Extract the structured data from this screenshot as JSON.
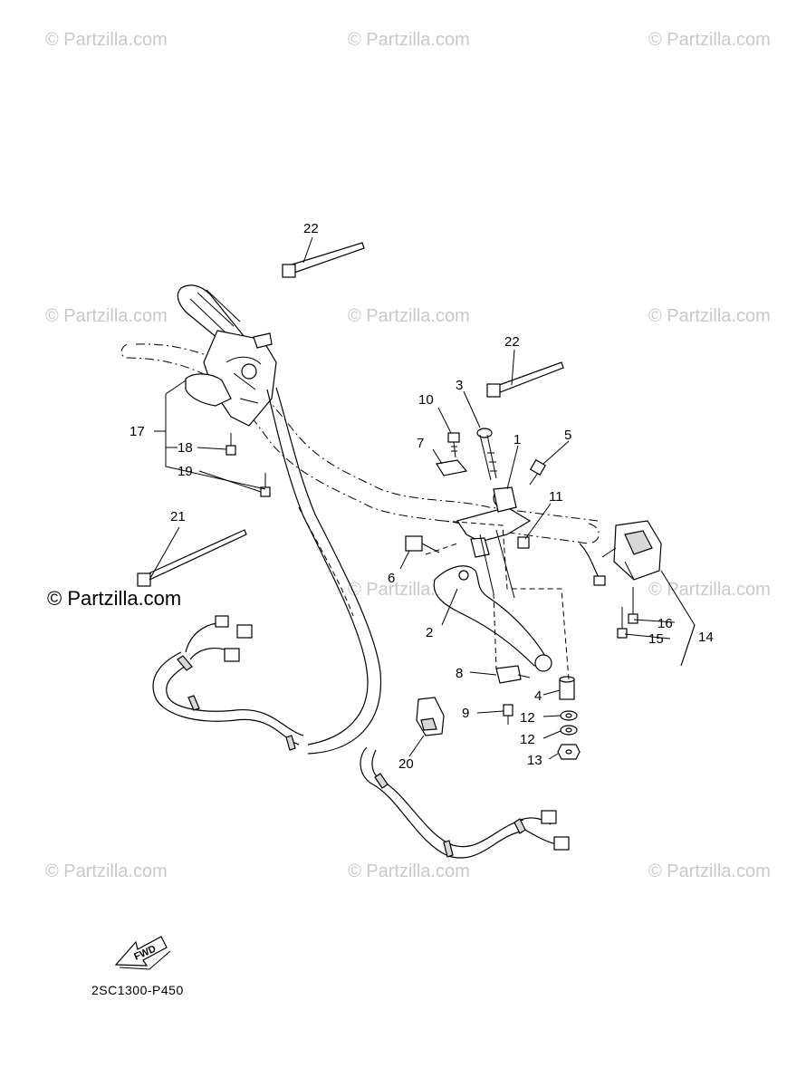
{
  "watermarks": {
    "small_text": "© Partzilla.com",
    "main_text": "© Partzilla.com"
  },
  "diagram_code": "2SC1300-P450",
  "fwd_label": "FWD",
  "callouts": {
    "c1": "1",
    "c2": "2",
    "c3": "3",
    "c4": "4",
    "c5": "5",
    "c6": "6",
    "c7": "7",
    "c8": "8",
    "c9": "9",
    "c10": "10",
    "c11": "11",
    "c12a": "12",
    "c12b": "12",
    "c13": "13",
    "c14": "14",
    "c15": "15",
    "c16": "16",
    "c17": "17",
    "c18": "18",
    "c19": "19",
    "c20": "20",
    "c21": "21",
    "c22a": "22",
    "c22b": "22"
  }
}
